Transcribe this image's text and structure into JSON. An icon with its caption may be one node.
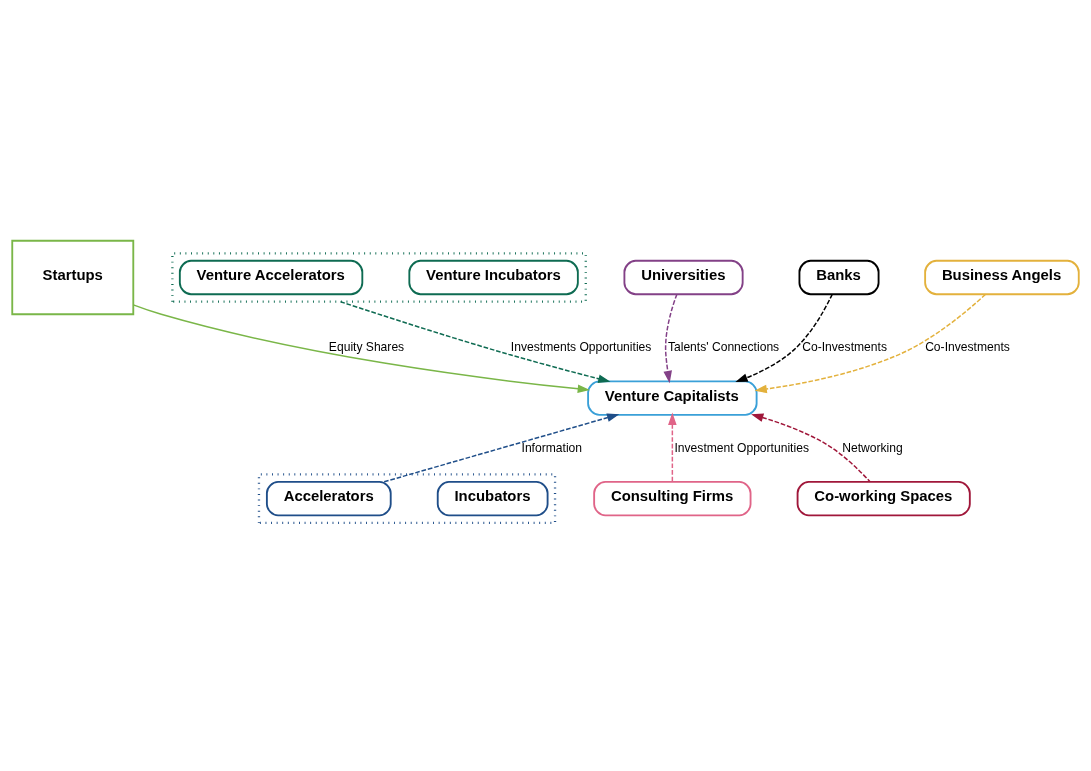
{
  "diagram": {
    "nodes": [
      {
        "text": [
          "Startups"
        ]
      },
      {
        "text": [],
        "shape": "box"
      },
      {
        "text": [
          "Venture Incubators"
        ],
        "in": 1
      },
      {
        "text": [
          "Venture Accelerators"
        ],
        "in": 1
      },
      {
        "text": [
          "Universities"
        ]
      },
      {
        "text": [
          "Banks"
        ]
      },
      {
        "text": [
          "Venture Capitalists"
        ]
      },
      {
        "text": [
          "Business Angels"
        ]
      },
      {
        "text": [],
        "shape": "box"
      },
      {
        "text": [
          "Incubators"
        ],
        "in": 8
      },
      {
        "text": [
          "Accelerators"
        ],
        "in": 8
      },
      {
        "text": [
          "Consulting Firms"
        ]
      },
      {
        "text": [
          "Co-working Spaces"
        ]
      }
    ],
    "edges": [
      {
        "from": 0,
        "to": 6,
        "arrow": "to",
        "label": "Equity Shares",
        "color": "#7ab648"
      },
      {
        "from": 1,
        "to": 6,
        "arrow": "to",
        "label": "Investments Opportunities",
        "style": "dashed",
        "color": "#0e6b52"
      },
      {
        "from": 4,
        "to": 6,
        "arrow": "to",
        "label": "Talents' Connections",
        "style": "dashed",
        "color": "#834187"
      },
      {
        "from": 5,
        "to": 6,
        "arrow": "to",
        "label": "Co-Investments",
        "style": "dashed",
        "color": "#000000"
      },
      {
        "from": 7,
        "to": 6,
        "arrow": "to",
        "label": "Co-Investments",
        "style": "dashed",
        "color": "#e3b13c"
      },
      {
        "from": 11,
        "to": 6,
        "arrow": "to",
        "label": "Investment Opportunities",
        "style": "dashed",
        "color": "#e06488"
      },
      {
        "from": 12,
        "to": 6,
        "arrow": "to",
        "label": "Networking",
        "style": "dashed",
        "color": "#a0173a"
      },
      {
        "from": 8,
        "to": 6,
        "arrow": "to",
        "label": "Information",
        "style": "dashed",
        "color": "#1f4e89"
      }
    ]
  }
}
